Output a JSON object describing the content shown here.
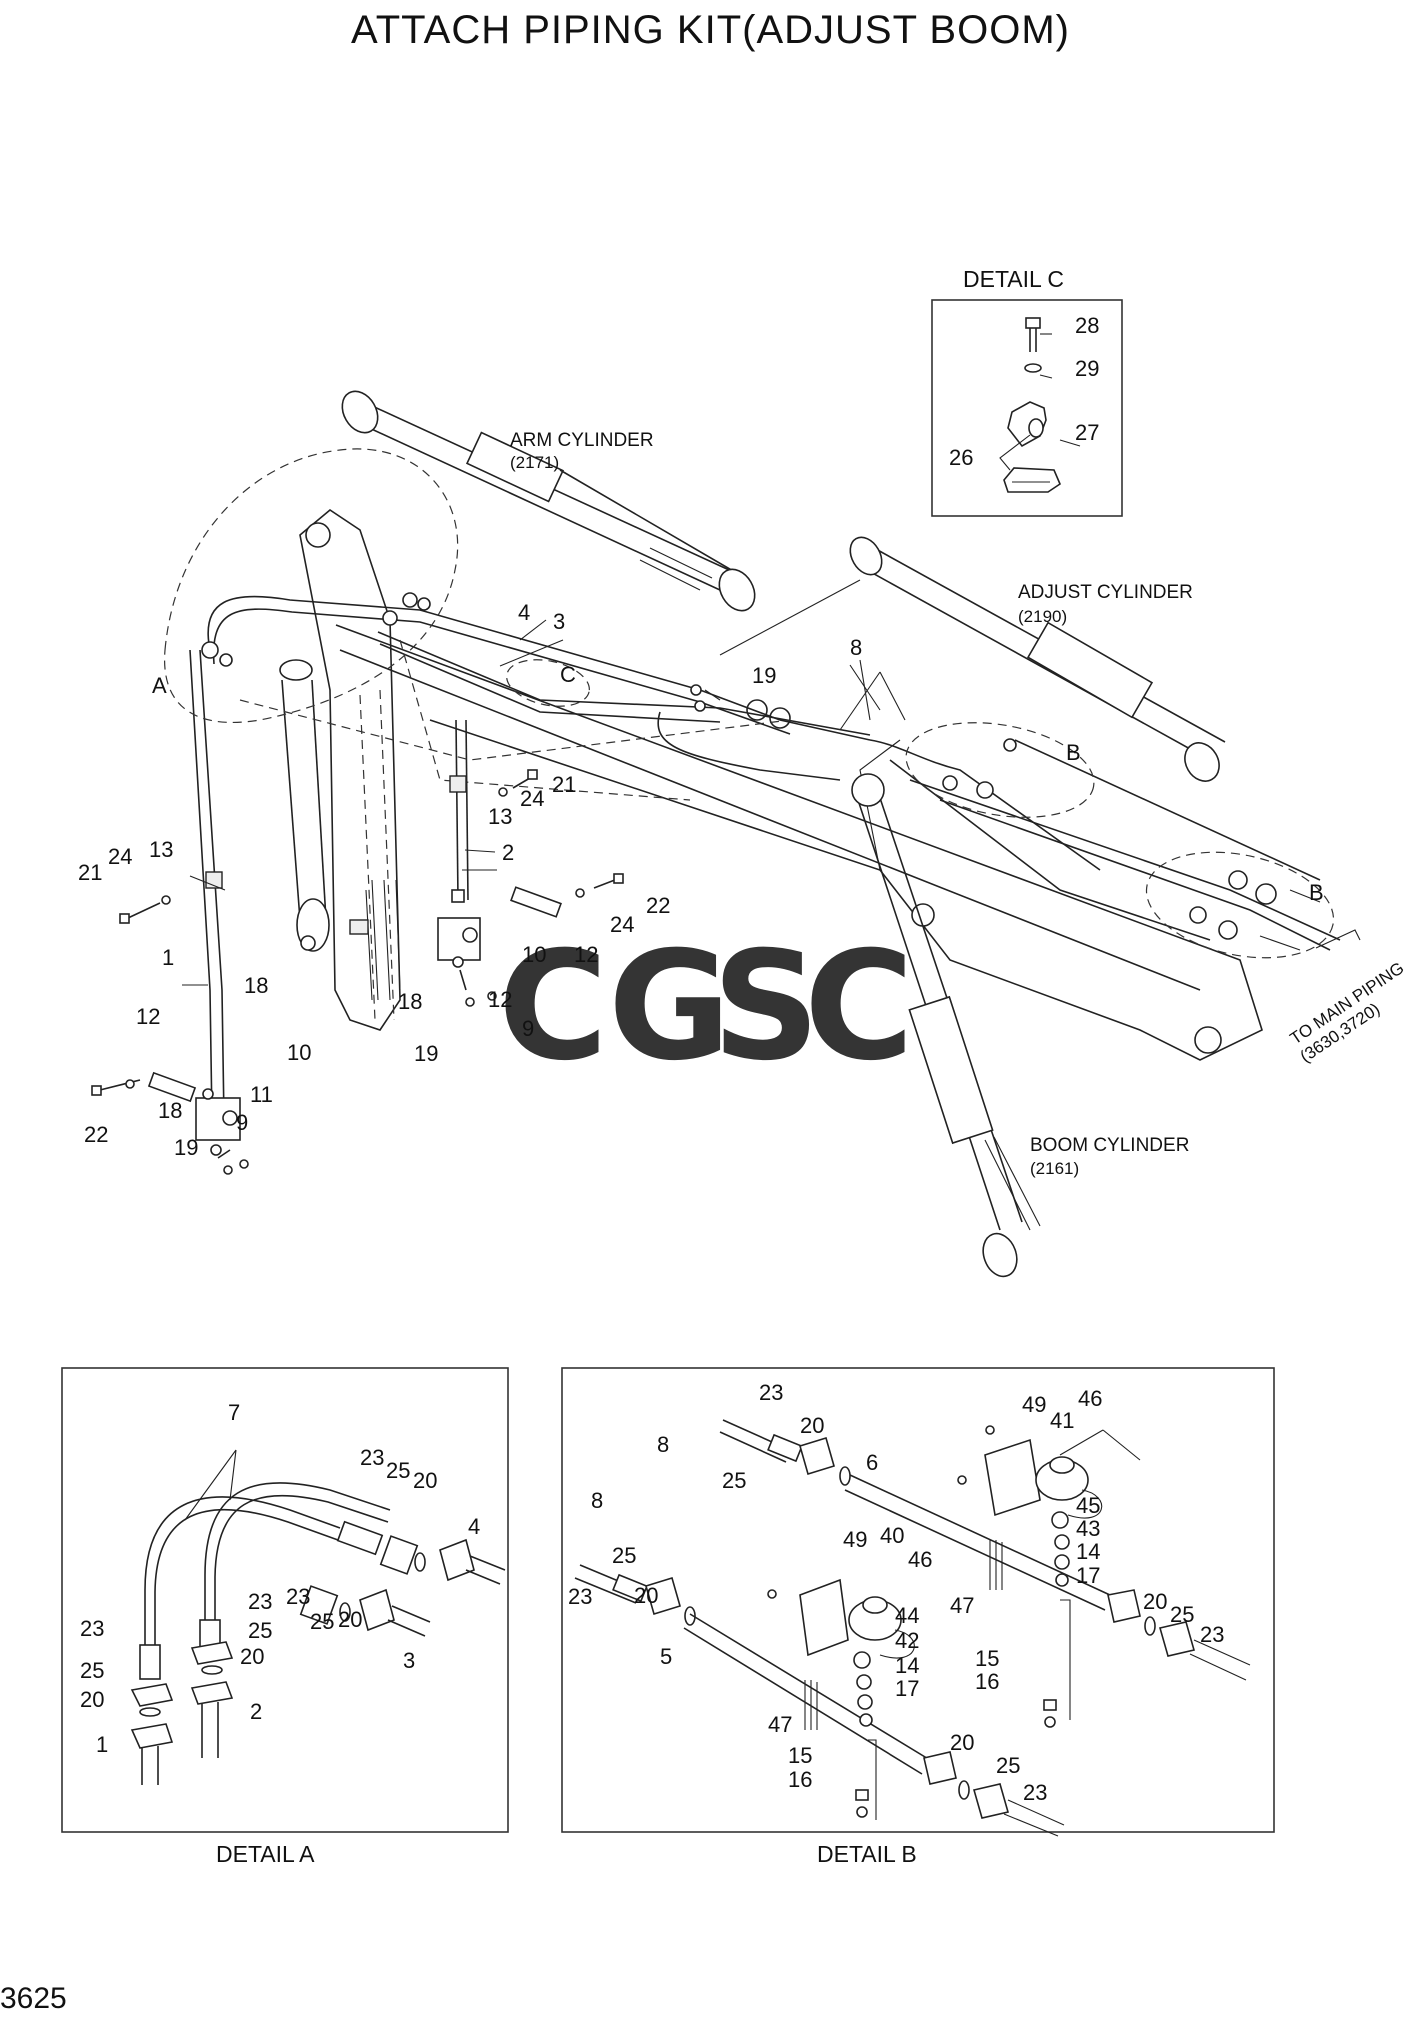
{
  "title": "ATTACH PIPING KIT(ADJUST BOOM)",
  "page_number": "3625",
  "watermark": {
    "letters": [
      {
        "char": "C",
        "color": "#4f8ef7"
      },
      {
        "char": "G",
        "color": "#f08a7e"
      },
      {
        "char": "S",
        "color": "#f6d360"
      },
      {
        "char": "C",
        "color": "#5fc08f"
      }
    ]
  },
  "detail_titles": {
    "a": "DETAIL A",
    "b": "DETAIL B",
    "c": "DETAIL  C"
  },
  "component_labels": {
    "arm_cylinder": "ARM CYLINDER",
    "arm_cylinder_ref": "(2171)",
    "adjust_cylinder": "ADJUST CYLINDER",
    "adjust_cylinder_ref": "(2190)",
    "boom_cylinder": "BOOM CYLINDER",
    "boom_cylinder_ref": "(2161)",
    "to_main_piping": "TO MAIN PIPING",
    "to_main_piping_ref": "(3630,3720)"
  },
  "view_markers": {
    "a": "A",
    "b1": "B",
    "b2": "B",
    "c": "C"
  },
  "callouts_main": [
    "1",
    "2",
    "3",
    "4",
    "8",
    "9",
    "9",
    "10",
    "10",
    "11",
    "12",
    "12",
    "12",
    "13",
    "13",
    "18",
    "18",
    "18",
    "19",
    "19",
    "19",
    "21",
    "21",
    "22",
    "22",
    "24",
    "24",
    "24"
  ],
  "callouts_detail_c": [
    "26",
    "27",
    "28",
    "29"
  ],
  "callouts_detail_a": [
    "1",
    "2",
    "3",
    "4",
    "7",
    "20",
    "20",
    "20",
    "20",
    "23",
    "23",
    "23",
    "23",
    "25",
    "25",
    "25",
    "25"
  ],
  "callouts_detail_b": [
    "5",
    "6",
    "8",
    "8",
    "14",
    "14",
    "15",
    "15",
    "16",
    "16",
    "17",
    "17",
    "20",
    "20",
    "20",
    "20",
    "23",
    "23",
    "23",
    "23",
    "25",
    "25",
    "25",
    "25",
    "40",
    "41",
    "42",
    "43",
    "44",
    "45",
    "46",
    "46",
    "47",
    "47",
    "49",
    "49"
  ]
}
